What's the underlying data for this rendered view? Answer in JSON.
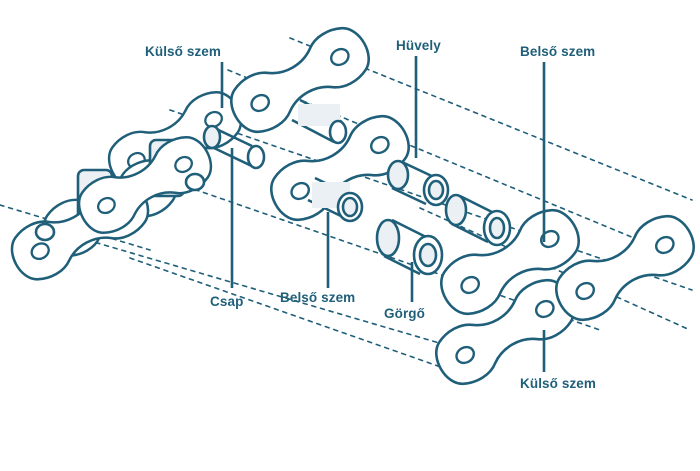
{
  "colors": {
    "stroke": "#1f5f79",
    "fill": "#ffffff",
    "shade": "#eaf0f3",
    "label": "#1f5f79"
  },
  "labels": {
    "outer_plate_top": "Külső szem",
    "sleeve": "Hüvely",
    "inner_plate_top": "Belső szem",
    "pin": "Csap",
    "inner_plate_bottom": "Belső szem",
    "roller": "Görgő",
    "outer_plate_bottom": "Külső szem"
  }
}
